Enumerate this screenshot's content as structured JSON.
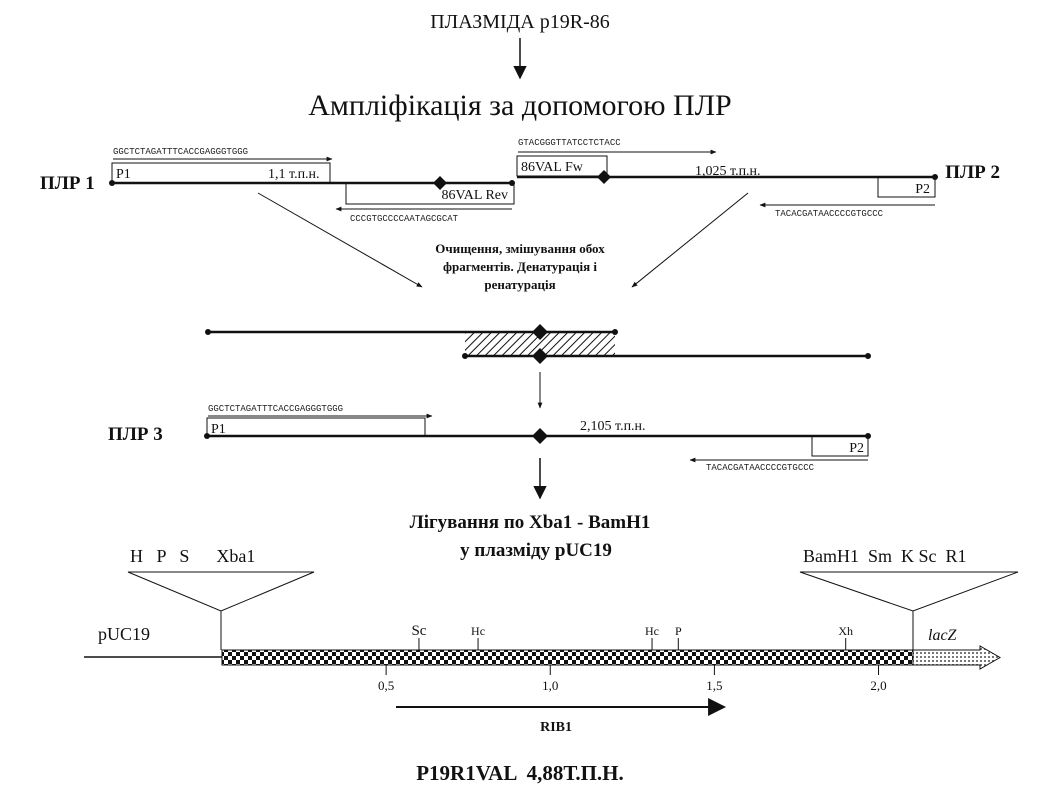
{
  "title_plasmid": "ПЛАЗМІДА p19R-86",
  "step_amplification": "Ампліфікація за допомогою ПЛР",
  "pcr1": {
    "label": "ПЛР 1",
    "primer_fw_seq": "GGCTCTAGATTTCACCGAGGGTGGG",
    "primer_fw_name": "P1",
    "size": "1,1 т.п.н.",
    "primer_rev_name": "86VAL Rev",
    "primer_rev_seq": "CCCGTGCCCCAATAGCGCAT"
  },
  "pcr2": {
    "label": "ПЛР 2",
    "primer_fw_seq": "GTACGGGTTATCCTCTACC",
    "primer_fw_name": "86VAL Fw",
    "size": "1,025 т.п.н.",
    "primer_rev_name": "P2",
    "primer_rev_seq": "TACACGATAACCCCGTGCCC"
  },
  "step_purification": [
    "Очищення, змішування обох",
    "фрагментів. Денатурація і",
    "ренатурація"
  ],
  "pcr3": {
    "label": "ПЛР 3",
    "primer_fw_seq": "GGCTCTAGATTTCACCGAGGGTGGG",
    "primer_fw_name": "P1",
    "size": "2,105 т.п.н.",
    "primer_rev_name": "P2",
    "primer_rev_seq": "TACACGATAACCCCGTGCCC"
  },
  "step_ligation": [
    "Лігування по Xba1 - BamH1",
    "у плазміду pUC19"
  ],
  "mcs_left": "H   P   S      Xba1",
  "mcs_right": "BamH1  Sm  K Sc  R1",
  "vector_label": "pUC19",
  "gene_label": "lacZ",
  "map_sites": [
    {
      "label": "Sc",
      "pos": 0.6
    },
    {
      "label": "Hc",
      "pos": 0.78
    },
    {
      "label": "Hc",
      "pos": 1.31
    },
    {
      "label": "P",
      "pos": 1.39
    },
    {
      "label": "Xh",
      "pos": 1.9
    }
  ],
  "map_ticks": [
    {
      "label": "0,5",
      "pos": 0.5
    },
    {
      "label": "1,0",
      "pos": 1.0
    },
    {
      "label": "1,5",
      "pos": 1.5
    },
    {
      "label": "2,0",
      "pos": 2.0
    }
  ],
  "insert_range": [
    0,
    2.105
  ],
  "orf_label": "RIB1",
  "orf_range": [
    0.53,
    1.53
  ],
  "final_plasmid": "P19R1VAL  4,88Т.П.Н."
}
